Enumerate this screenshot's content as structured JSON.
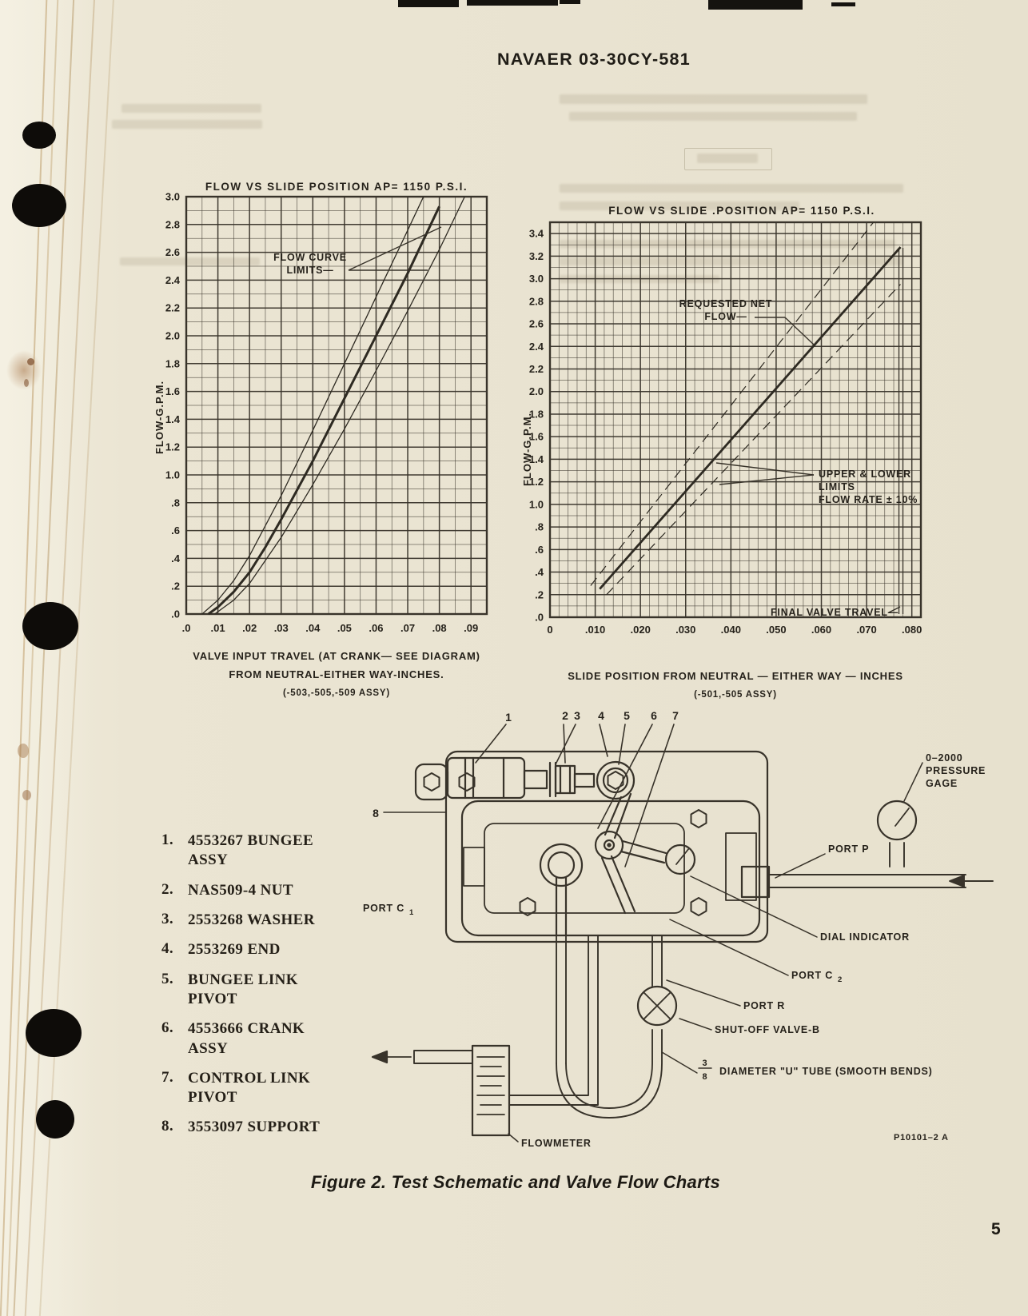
{
  "page": {
    "header": "NAVAER 03-30CY-581",
    "caption": "Figure 2.  Test Schematic and Valve Flow Charts",
    "page_number": "5"
  },
  "chart_data": [
    {
      "type": "line",
      "title": "FLOW VS SLIDE POSITION    AP= 1150 P.S.I.",
      "ylabel": "FLOW-G.P.M.",
      "xlabel_lines": [
        "VALVE INPUT  TRAVEL (AT CRANK— SEE DIAGRAM)",
        "FROM  NEUTRAL-EITHER WAY-INCHES.",
        "(-503,-505,-509 ASSY)"
      ],
      "xlim": [
        0,
        0.095
      ],
      "ylim": [
        0,
        3.0
      ],
      "grid": "on",
      "x_minor": 0.005,
      "x_major": 0.01,
      "y_minor": 0.1,
      "y_major": 0.2,
      "x_tick_vals": [
        0,
        0.01,
        0.02,
        0.03,
        0.04,
        0.05,
        0.06,
        0.07,
        0.08,
        0.09
      ],
      "x_ticks": [
        ".0",
        ".01",
        ".02",
        ".03",
        ".04",
        ".05",
        ".06",
        ".07",
        ".08",
        ".09"
      ],
      "y_tick_vals": [
        3.0,
        2.8,
        2.6,
        2.4,
        2.2,
        2.0,
        1.8,
        1.6,
        1.4,
        1.2,
        1.0,
        0.8,
        0.6,
        0.4,
        0.2,
        0
      ],
      "y_ticks": [
        "3.0",
        "2.8",
        "2.6",
        "2.4",
        "2.2",
        "2.0",
        "1.8",
        "1.6",
        "1.4",
        "1.2",
        "1.0",
        ".8",
        ".6",
        ".4",
        ".2",
        ".0"
      ],
      "annotations": [
        {
          "text_lines": [
            "FLOW  CURVE",
            "LIMITS—"
          ]
        }
      ],
      "series": [
        {
          "name": "nominal flow curve",
          "width": 3,
          "dashed": false,
          "points": [
            [
              0.007,
              0
            ],
            [
              0.01,
              0.05
            ],
            [
              0.015,
              0.16
            ],
            [
              0.02,
              0.3
            ],
            [
              0.025,
              0.48
            ],
            [
              0.03,
              0.68
            ],
            [
              0.04,
              1.1
            ],
            [
              0.05,
              1.55
            ],
            [
              0.06,
              2.0
            ],
            [
              0.07,
              2.45
            ],
            [
              0.08,
              2.93
            ]
          ]
        },
        {
          "name": "upper flow curve limit",
          "width": 1.3,
          "dashed": false,
          "points": [
            [
              0.005,
              0
            ],
            [
              0.01,
              0.1
            ],
            [
              0.015,
              0.24
            ],
            [
              0.02,
              0.42
            ],
            [
              0.03,
              0.85
            ],
            [
              0.04,
              1.32
            ],
            [
              0.05,
              1.8
            ],
            [
              0.06,
              2.28
            ],
            [
              0.07,
              2.76
            ],
            [
              0.075,
              3.0
            ]
          ]
        },
        {
          "name": "lower flow curve limit",
          "width": 1.3,
          "dashed": false,
          "points": [
            [
              0.009,
              0
            ],
            [
              0.015,
              0.1
            ],
            [
              0.02,
              0.22
            ],
            [
              0.03,
              0.55
            ],
            [
              0.04,
              0.93
            ],
            [
              0.05,
              1.33
            ],
            [
              0.06,
              1.75
            ],
            [
              0.07,
              2.18
            ],
            [
              0.08,
              2.62
            ],
            [
              0.088,
              3.0
            ]
          ]
        }
      ]
    },
    {
      "type": "line",
      "title": "FLOW VS SLIDE .POSITION    AP= 1150 P.S.I.",
      "ylabel": "FLOW-G.P.M.",
      "xlabel_lines": [
        "SLIDE POSITION FROM NEUTRAL — EITHER WAY — INCHES",
        "(-501,-505 ASSY)"
      ],
      "xlim": [
        0,
        0.082
      ],
      "ylim": [
        0,
        3.5
      ],
      "grid": "on",
      "x_minor": 0.002,
      "x_major": 0.01,
      "y_minor": 0.1,
      "y_major": 0.2,
      "x_tick_vals": [
        0,
        0.01,
        0.02,
        0.03,
        0.04,
        0.05,
        0.06,
        0.07,
        0.08
      ],
      "x_ticks": [
        "0",
        ".010",
        ".020",
        ".030",
        ".040",
        ".050",
        ".060",
        ".070",
        ".080"
      ],
      "y_tick_vals": [
        3.4,
        3.2,
        3.0,
        2.8,
        2.6,
        2.4,
        2.2,
        2.0,
        1.8,
        1.6,
        1.4,
        1.2,
        1.0,
        0.8,
        0.6,
        0.4,
        0.2,
        0
      ],
      "y_ticks": [
        "3.4",
        "3.2",
        "3.0",
        "2.8",
        "2.6",
        "2.4",
        "2.2",
        "2.0",
        "1.8",
        "1.6",
        "1.4",
        "1.2",
        "1.0",
        ".8",
        ".6",
        ".4",
        ".2",
        ".0"
      ],
      "final_valve_travel_x": 0.0775,
      "annotations": [
        {
          "text_lines": [
            "REQUESTED  NET",
            "FLOW—"
          ]
        },
        {
          "text_lines": [
            "UPPER  &  LOWER",
            "LIMITS",
            "FLOW  RATE ± 10%"
          ]
        },
        {
          "text_lines": [
            "FINAL  VALVE  TRAVEL—"
          ]
        }
      ],
      "series": [
        {
          "name": "requested net flow",
          "width": 2.8,
          "dashed": false,
          "points": [
            [
              0.011,
              0.25
            ],
            [
              0.0775,
              3.28
            ]
          ]
        },
        {
          "name": "upper limit flow rate +10%",
          "width": 1.2,
          "dashed": true,
          "points": [
            [
              0.009,
              0.28
            ],
            [
              0.0715,
              3.5
            ]
          ]
        },
        {
          "name": "lower limit flow rate -10%",
          "width": 1.2,
          "dashed": true,
          "points": [
            [
              0.0125,
              0.2
            ],
            [
              0.0775,
              2.95
            ]
          ]
        }
      ]
    }
  ],
  "parts_list": [
    {
      "num": "1.",
      "label": "4553267 BUNGEE ASSY"
    },
    {
      "num": "2.",
      "label": "NAS509-4 NUT"
    },
    {
      "num": "3.",
      "label": "2553268 WASHER"
    },
    {
      "num": "4.",
      "label": "2553269 END"
    },
    {
      "num": "5.",
      "label": "BUNGEE LINK PIVOT"
    },
    {
      "num": "6.",
      "label": "4553666 CRANK ASSY"
    },
    {
      "num": "7.",
      "label": "CONTROL LINK PIVOT"
    },
    {
      "num": "8.",
      "label": "3553097 SUPPORT"
    }
  ],
  "schematic": {
    "callouts": [
      "1",
      "2",
      "3",
      "4",
      "5",
      "6",
      "7",
      "8"
    ],
    "labels": {
      "pressure_gage_1": "0–2000",
      "pressure_gage_2": "PRESSURE",
      "pressure_gage_3": "GAGE",
      "port_p": "PORT P",
      "dial_indicator": "DIAL  INDICATOR",
      "port_c1_text": "PORT C",
      "port_c1_sub": "1",
      "port_c2_text": "PORT C",
      "port_c2_sub": "2",
      "port_r": "PORT R",
      "shut_off_valve": "SHUT-OFF  VALVE-B",
      "u_tube_num": "3",
      "u_tube_den": "8",
      "u_tube": "DIAMETER \"U\" TUBE (SMOOTH  BENDS)",
      "flowmeter": "FLOWMETER",
      "plate_no": "P10101–2 A"
    }
  }
}
